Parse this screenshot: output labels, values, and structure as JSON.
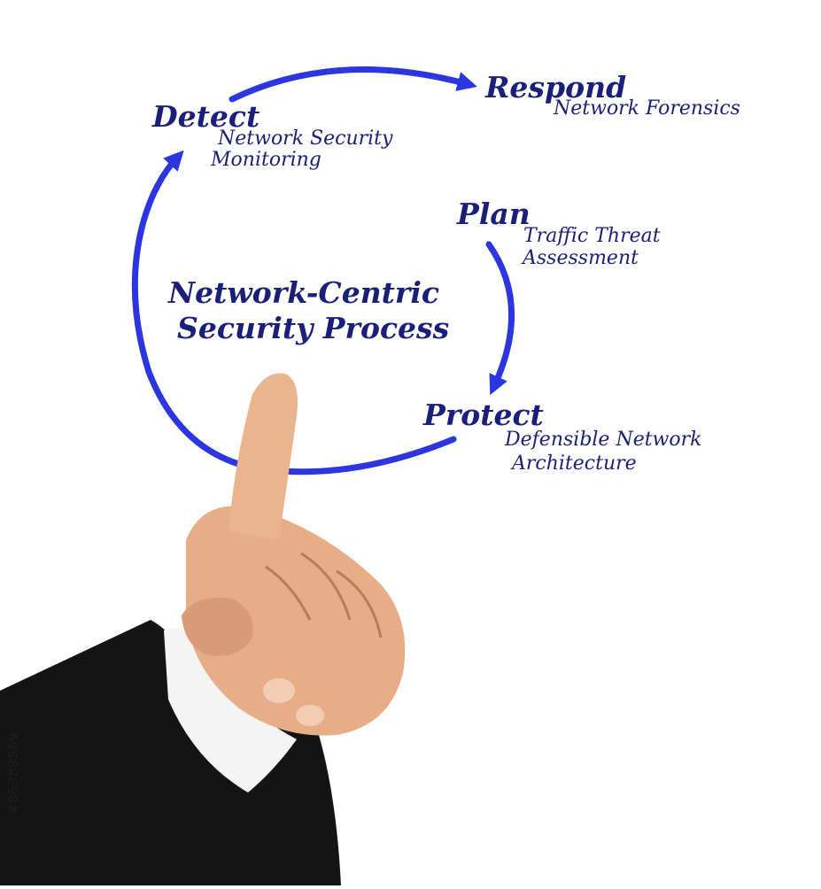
{
  "diagram": {
    "center_title": [
      "Network-Centric",
      "Security Process"
    ],
    "stages": [
      {
        "key": "detect",
        "label": "Detect",
        "detail": [
          "Network Security",
          "Monitoring"
        ]
      },
      {
        "key": "respond",
        "label": "Respond",
        "detail": [
          "Network Forensics"
        ]
      },
      {
        "key": "plan",
        "label": "Plan",
        "detail": [
          "Traffic Threat",
          "Assessment"
        ]
      },
      {
        "key": "protect",
        "label": "Protect",
        "detail": [
          "Defensible Network",
          "Architecture"
        ]
      }
    ]
  },
  "colors": {
    "arrow": "#2b35e0",
    "text": "#1a1f7a",
    "background": "#ffffff",
    "suit": "#141414",
    "skin": "#e8b08a",
    "cuff": "#f4f4f4"
  },
  "icons": [
    "pointing-hand-icon",
    "cycle-arrow-icon"
  ],
  "stock_id": "#86389569"
}
